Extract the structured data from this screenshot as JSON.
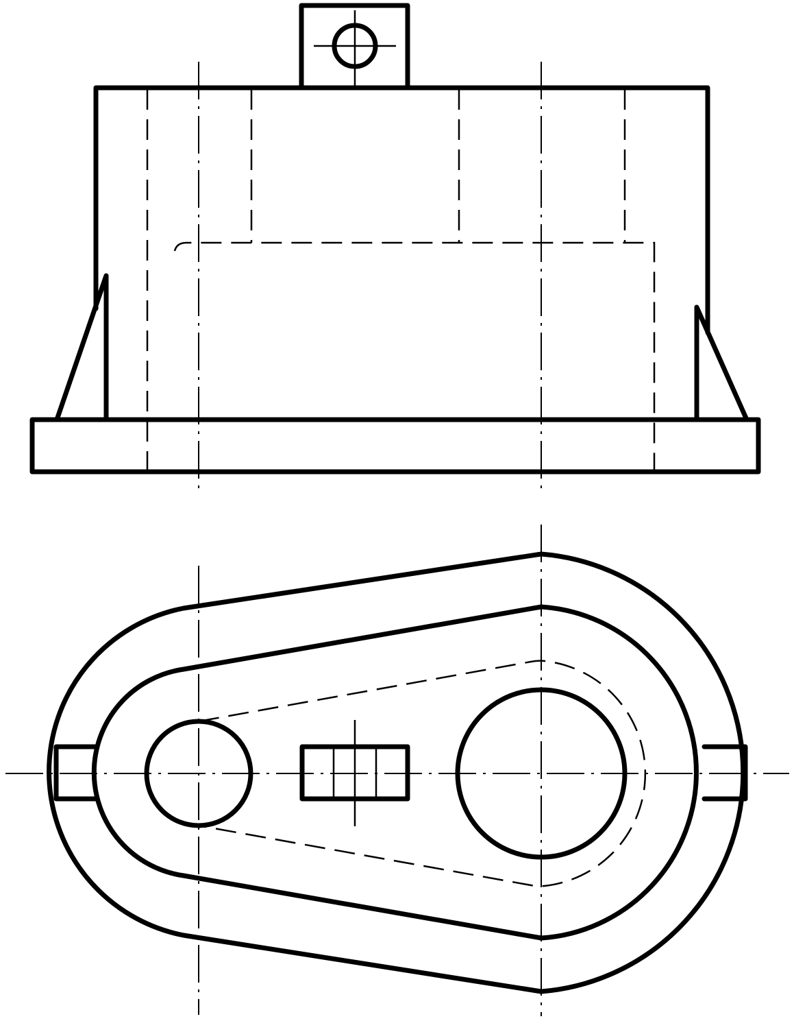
{
  "drawing": {
    "type": "orthographic-engineering-drawing",
    "views": [
      "front-view",
      "top-view"
    ],
    "line_color": "#000000",
    "background_color": "#ffffff"
  }
}
